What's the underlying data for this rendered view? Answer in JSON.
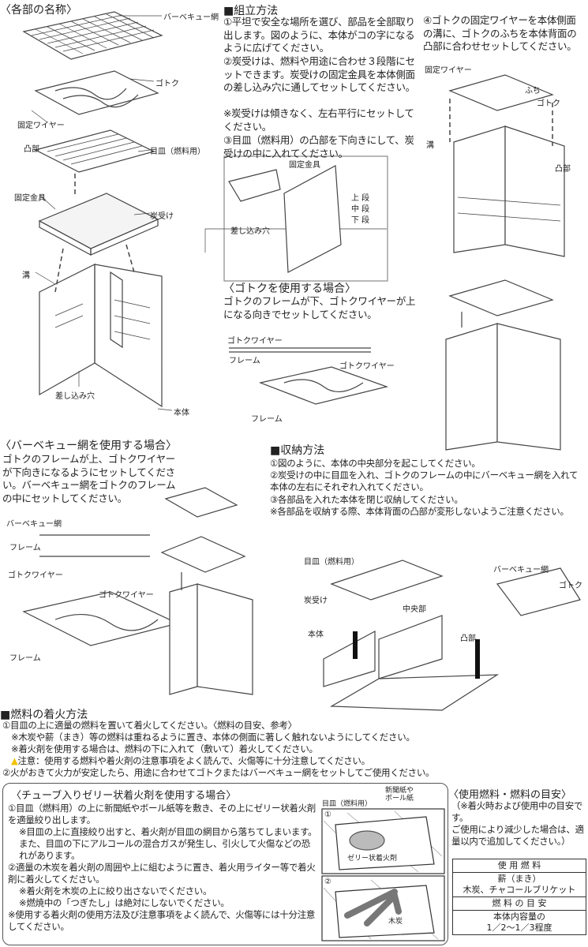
{
  "parts": {
    "title": "〈各部の名称〉",
    "labels": [
      "バーベキュー網",
      "ゴトク",
      "固定ワイヤー",
      "凸部",
      "目皿（燃料用）",
      "固定金具",
      "炭受け",
      "溝",
      "差し込み穴",
      "本体"
    ]
  },
  "assembly": {
    "title": "■組立方法",
    "steps": [
      "①平坦で安全な場所を選び、部品を全部取り出します。図のように、本体がコの字になるように広げてください。",
      "②炭受けは、燃料や用途に合わせ３段階にセットできます。炭受けの固定金具を本体側面の差し込み穴に通してセットしてください。",
      "※炭受けは傾きなく、左右平行にセットしてください。",
      "③目皿（燃料用）の凸部を下向きにして、炭受けの中に入れてください。"
    ],
    "step4": "④ゴトクの固定ワイヤーを本体側面の溝に、ゴトクのふちを本体背面の凸部に合わせセットしてください。",
    "detail_labels": [
      "固定金具",
      "上 段",
      "中 段",
      "下 段",
      "差し込み穴"
    ],
    "step4_labels": [
      "固定ワイヤー",
      "ふち",
      "ゴトク",
      "溝",
      "凸部"
    ]
  },
  "gotoku": {
    "title": "〈ゴトクを使用する場合〉",
    "text": "ゴトクのフレームが下、ゴトクワイヤーが上になる向きでセットしてください。",
    "labels": [
      "ゴトクワイヤー",
      "フレーム",
      "ゴトクワイヤー",
      "フレーム"
    ]
  },
  "bbq": {
    "title": "〈バーベキュー網を使用する場合〉",
    "text": "ゴトクのフレームが上、ゴトクワイヤーが下向きになるようにセットしてください。バーベキュー網をゴトクのフレームの中にセットしてください。",
    "labels": [
      "バーベキュー網",
      "フレーム",
      "ゴトクワイヤー",
      "ゴトクワイヤー",
      "フレーム"
    ]
  },
  "storage": {
    "title": "■収納方法",
    "steps": [
      "①図のように、本体の中央部分を起こしてください。",
      "②炭受けの中に目皿を入れ、ゴトクのフレームの中にバーベキュー網を入れて本体の左右にそれぞれ入れてください。",
      "③各部品を入れた本体を閉じ収納してください。",
      "※各部品を収納する際、本体背面の凸部が変形しないようご注意ください。"
    ],
    "labels": [
      "目皿（燃料用）",
      "炭受け",
      "中央部",
      "本体",
      "凸部",
      "バーベキュー網",
      "ゴトク"
    ]
  },
  "ignition": {
    "title": "■燃料の着火方法",
    "lines": [
      "①目皿の上に適量の燃料を置いて着火してください。〈燃料の目安、参考〉",
      "※木炭や薪（まき）等の燃料は重ねるように置き、本体の側面に著しく触れないようにしてください。",
      "※着火剤を使用する場合は、燃料の下に入れて（敷いて）着火してください。",
      "注意：使用する燃料や着火剤の注意事項をよく読んで、火傷等に十分注意してください。",
      "②火がおきて火力が安定したら、用途に合わせてゴトクまたはバーベキュー網をセットしてご使用ください。"
    ],
    "warning_color": "#f2c200"
  },
  "jelly": {
    "title": "〈チューブ入りゼリー状着火剤を使用する場合〉",
    "lines": [
      "①目皿（燃料用）の上に新聞紙やボール紙等を敷き、その上にゼリー状着火剤を適量絞り出します。",
      "※目皿の上に直接絞り出すと、着火剤が目皿の網目から落ちてしまいます。また、目皿の下にアルコールの混合ガスが発生し、引火して火傷などの恐れがあります。",
      "②適量の木炭を着火剤の周囲や上に組むように置き、着火用ライター等で着火剤に着火してください。",
      "※着火剤を木炭の上に絞り出さないでください。",
      "※燃焼中の「つぎたし」は絶対にしないでください。",
      "※使用する着火剤の使用方法及び注意事項をよく読んで、火傷等には十分注意してください。"
    ],
    "labels": [
      "目皿（燃料用）",
      "新聞紙や\nボール紙",
      "ゼリー状着火剤",
      "木炭",
      "①",
      "②"
    ]
  },
  "fuel": {
    "title": "〈使用燃料・燃料の目安〉",
    "note": "（※着火時および使用中の目安です。\nご使用により減少した場合は、適量以内で追加してください。）",
    "table": [
      "使 用 燃 料",
      "薪（まき）\n木炭、チャコールブリケット",
      "燃 料 の 目 安",
      "本体内容量の\n1／2〜1／3程度"
    ]
  }
}
